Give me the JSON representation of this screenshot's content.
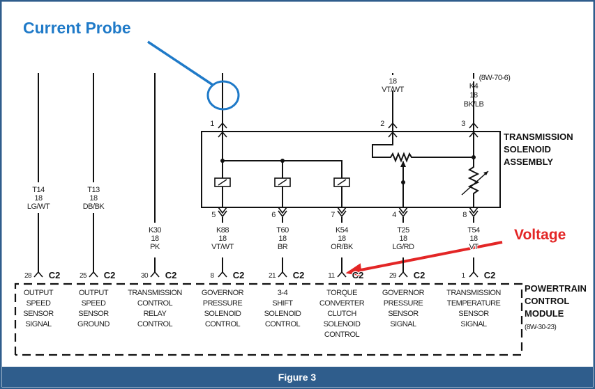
{
  "figure_caption": "Figure 3",
  "colors": {
    "frame": "#2f5d8c",
    "probe": "#1f7ac8",
    "voltage": "#e32626"
  },
  "annotations": {
    "current_probe": "Current Probe",
    "voltage": "Voltage"
  },
  "solenoid_assembly": {
    "title": [
      "TRANSMISSION",
      "SOLENOID",
      "ASSEMBLY"
    ],
    "top_pins": [
      {
        "pin": "1",
        "wire": "",
        "gauge": "",
        "color": ""
      },
      {
        "pin": "2",
        "wire": "",
        "gauge": "18",
        "color": "VT/WT"
      },
      {
        "pin": "3",
        "wire": "K4",
        "gauge": "18",
        "color": "BK/LB",
        "ref": "(8W-70-6)"
      }
    ]
  },
  "pcm": {
    "title": [
      "POWERTRAIN",
      "CONTROL",
      "MODULE"
    ],
    "ref": "(8W-30-23)",
    "connector": "C2",
    "circuits": [
      {
        "pin": "28",
        "wire": "T14",
        "gauge": "18",
        "color": "LG/WT",
        "assembly_pin": "",
        "label": [
          "OUTPUT",
          "SPEED",
          "SENSOR",
          "SIGNAL"
        ]
      },
      {
        "pin": "25",
        "wire": "T13",
        "gauge": "18",
        "color": "DB/BK",
        "assembly_pin": "",
        "label": [
          "OUTPUT",
          "SPEED",
          "SENSOR",
          "GROUND"
        ]
      },
      {
        "pin": "30",
        "wire": "K30",
        "gauge": "18",
        "color": "PK",
        "assembly_pin": "",
        "label": [
          "TRANSMISSION",
          "CONTROL",
          "RELAY",
          "CONTROL"
        ]
      },
      {
        "pin": "8",
        "wire": "K88",
        "gauge": "18",
        "color": "VT/WT",
        "assembly_pin": "5",
        "label": [
          "GOVERNOR",
          "PRESSURE",
          "SOLENOID",
          "CONTROL"
        ]
      },
      {
        "pin": "21",
        "wire": "T60",
        "gauge": "18",
        "color": "BR",
        "assembly_pin": "6",
        "label": [
          "3-4",
          "SHIFT",
          "SOLENOID",
          "CONTROL"
        ]
      },
      {
        "pin": "11",
        "wire": "K54",
        "gauge": "18",
        "color": "OR/BK",
        "assembly_pin": "7",
        "label": [
          "TORQUE",
          "CONVERTER",
          "CLUTCH",
          "SOLENOID",
          "CONTROL"
        ]
      },
      {
        "pin": "29",
        "wire": "T25",
        "gauge": "18",
        "color": "LG/RD",
        "assembly_pin": "4",
        "label": [
          "GOVERNOR",
          "PRESSURE",
          "SENSOR",
          "SIGNAL"
        ]
      },
      {
        "pin": "1",
        "wire": "T54",
        "gauge": "18",
        "color": "VT",
        "assembly_pin": "8",
        "label": [
          "TRANSMISSION",
          "TEMPERATURE",
          "SENSOR",
          "SIGNAL"
        ]
      }
    ]
  }
}
